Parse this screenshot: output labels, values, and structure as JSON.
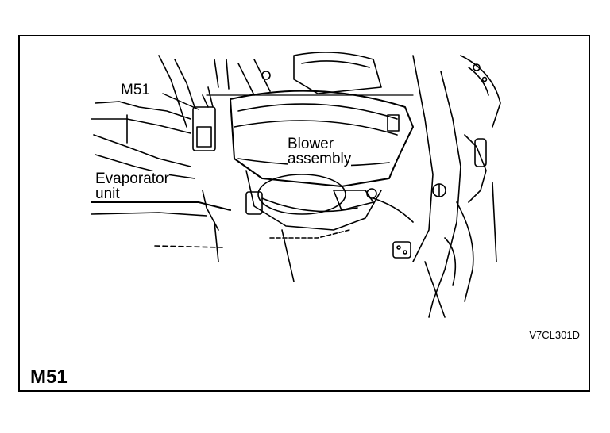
{
  "labels": {
    "connector": "M51",
    "blower_line1": "Blower",
    "blower_line2": "assembly",
    "evap_line1": "Evaporator",
    "evap_line2": "unit"
  },
  "reference_code": "V7CL301D",
  "figure_title": "M51",
  "colors": {
    "line": "#000000",
    "background": "#ffffff"
  }
}
